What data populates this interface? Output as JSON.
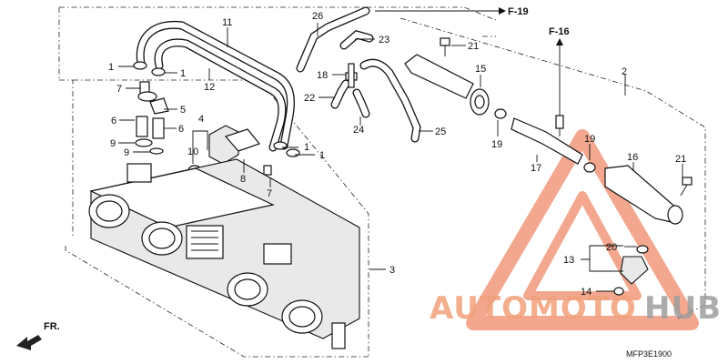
{
  "refs": {
    "f19": "F-19",
    "f16": "F-16",
    "direction": "FR."
  },
  "diagram_code": "MFP3E1900",
  "watermark": {
    "part1": "AUTOMOTO",
    "part2": "HUB",
    "color_primary": "#f0a07a",
    "color_secondary": "#9e9e9e"
  },
  "callouts": {
    "p1": "1",
    "p2": "2",
    "p3": "3",
    "p4": "4",
    "p5": "5",
    "p6": "6",
    "p7": "7",
    "p8": "8",
    "p9": "9",
    "p10": "10",
    "p11": "11",
    "p12": "12",
    "p13": "13",
    "p14": "14",
    "p15": "15",
    "p16": "16",
    "p17": "17",
    "p18": "18",
    "p19": "19",
    "p20": "20",
    "p21": "21",
    "p22": "22",
    "p23": "23",
    "p24": "24",
    "p25": "25",
    "p26": "26"
  }
}
